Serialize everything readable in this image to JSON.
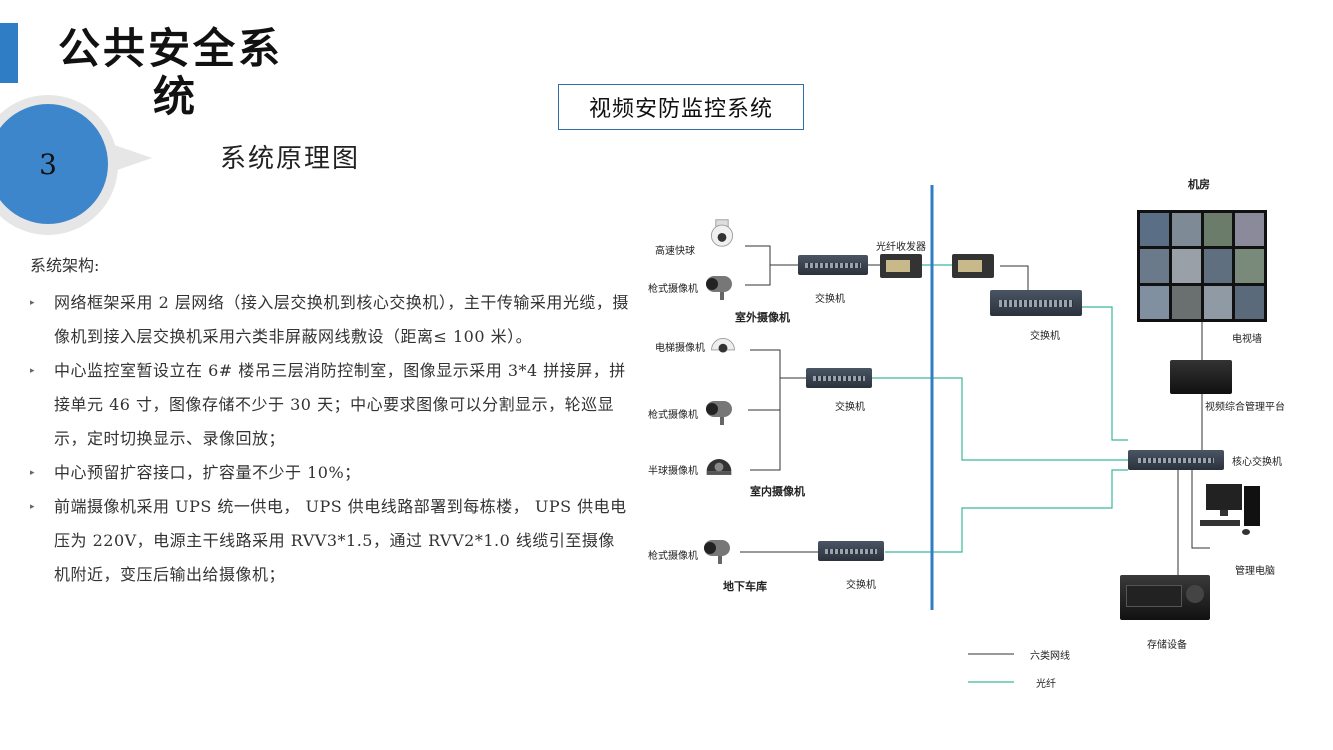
{
  "header": {
    "title_line1": "公共安全系",
    "title_line2": "统",
    "section_number": "3",
    "subtitle": "系统原理图"
  },
  "diagram_title": "视频安防监控系统",
  "body": {
    "intro": "系统架构:",
    "bullets": [
      "网络框架采用 2 层网络（接入层交换机到核心交换机），主干传输采用光缆，摄像机到接入层交换机采用六类非屏蔽网线敷设（距离≤ 100 米）。",
      "中心监控室暂设立在 6# 楼吊三层消防控制室，图像显示采用 3*4 拼接屏，拼接单元 46 寸，图像存储不少于 30 天；中心要求图像可以分割显示，轮巡显示，定时切换显示、录像回放；",
      "中心预留扩容接口，扩容量不少于 10%；",
      "前端摄像机采用 UPS 统一供电， UPS 供电线路部署到每栋楼， UPS 供电电压为 220V，电源主干线路采用 RVV3*1.5，通过 RVV2*1.0 线缆引至摄像机附近，变压后输出给摄像机；"
    ]
  },
  "diagram": {
    "cam_speed_dome": "高速快球",
    "cam_bullet_outdoor": "枪式摄像机",
    "group_outdoor": "室外摄像机",
    "switch_outdoor": "交换机",
    "fiber_transceiver": "光纤收发器",
    "cam_elevator": "电梯摄像机",
    "cam_bullet_indoor": "枪式摄像机",
    "cam_half_dome": "半球摄像机",
    "group_indoor": "室内摄像机",
    "switch_indoor": "交换机",
    "cam_bullet_garage": "枪式摄像机",
    "group_garage": "地下车库",
    "switch_garage": "交换机",
    "switch_room": "交换机",
    "machine_room": "机房",
    "video_wall": "电视墙",
    "mgmt_platform": "视频综合管理平台",
    "core_switch": "核心交换机",
    "mgmt_pc": "管理电脑",
    "storage": "存储设备",
    "legend_cat6": "六类网线",
    "legend_fiber": "光纤"
  },
  "colors": {
    "accent": "#2f7dc4",
    "fiber": "#3cb89a",
    "cable": "#333333"
  }
}
